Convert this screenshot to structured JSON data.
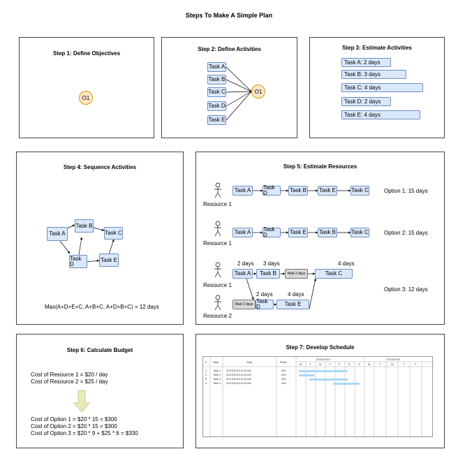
{
  "title": "Steps To Make A Simple Plan",
  "step1": {
    "title": "Step 1: Define Objectives",
    "objective": "O1"
  },
  "step2": {
    "title": "Step 2: Define Activities",
    "tasks": [
      "Task A",
      "Task B",
      "Task C",
      "Task D",
      "Task E"
    ],
    "objective": "O1"
  },
  "step3": {
    "title": "Step 3: Estimate Activities",
    "estimates": [
      "Task A: 2 days",
      "Task B: 3 days",
      "Task C: 4 days",
      "Task D: 2 days",
      "Task E: 4 days"
    ]
  },
  "step4": {
    "title": "Step 4: Sequence Activities",
    "tasks": [
      "Task A",
      "Task B",
      "Task C",
      "Task D",
      "Task E"
    ],
    "formula": "Max(A+D+E+C, A+B+C, A+D+B+C) =  12 days"
  },
  "step5": {
    "title": "Step 5: Estimate Resources",
    "resource1": "Resource 1",
    "resource2": "Resource 2",
    "opt1": {
      "tasks": [
        "Task A",
        "Task D",
        "Task B",
        "Task E",
        "Task C"
      ],
      "label": "Option 1: 15 days"
    },
    "opt2": {
      "tasks": [
        "Task A",
        "Task D",
        "Task E",
        "Task B",
        "Task C"
      ],
      "label": "Option 2: 15 days"
    },
    "opt3": {
      "r1_tasks": [
        "Task A",
        "Task B",
        "Task C"
      ],
      "r2_tasks": [
        "Task D",
        "Task E"
      ],
      "wait1": "Wait 3 days",
      "wait2": "Wait 2 days",
      "durations": [
        "2 days",
        "3 days",
        "4 days",
        "2 days",
        "4 days"
      ],
      "label": "Option 3: 12 days"
    }
  },
  "step6": {
    "title": "Step 6: Calculate Budget",
    "costs": [
      "Cost of Resource 1 = $20 / day",
      "Cost of Resource 2 = $25 / day"
    ],
    "options": [
      "Cost of Option 1 = $20 * 15 = $300",
      "Cost of Option 2 = $20 * 15 = $300",
      "Cost of Option 3 = $20 * 9 + $25 * 6 = $330"
    ]
  },
  "step7": {
    "title": "Step 7: Develop Schedule",
    "headers": [
      "#",
      "Task",
      "Start",
      "Effort"
    ],
    "weeks": [
      "20/10/2014",
      "27/10/2014"
    ],
    "days": [
      "M",
      "T",
      "W",
      "T",
      "F",
      "S",
      "S",
      "M",
      "T",
      "W",
      "T",
      "F"
    ],
    "rows": [
      [
        "1",
        "Task 1",
        "20/10/2014 8:00 AM",
        "40h"
      ],
      [
        "2",
        "Task 2",
        "20/10/2014 8:00 AM",
        "40h"
      ],
      [
        "3",
        "Task 3",
        "20/10/2014 8:00 AM",
        "40h"
      ],
      [
        "4",
        "Task 4",
        "20/10/2014 8:00 AM",
        "40h"
      ]
    ]
  },
  "colors": {
    "task_fill": "#dae8fc",
    "task_border": "#6c8ebf",
    "objective_fill": "#ffe6cc",
    "objective_border": "#d79b00",
    "gantt_bar": "#a9d8f5",
    "arrow_fill": "#e8ebb5"
  }
}
